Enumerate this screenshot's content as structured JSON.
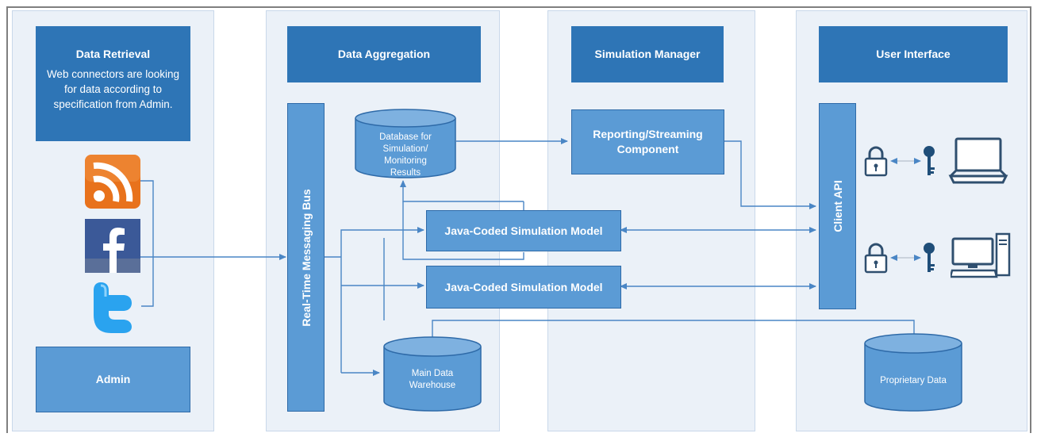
{
  "lanes": {
    "data_retrieval": {
      "title": "Data Retrieval",
      "description": "Web connectors are looking for data according to specification from Admin.",
      "admin": "Admin"
    },
    "data_aggregation": {
      "title": "Data Aggregation",
      "bus": "Real-Time Messaging Bus",
      "database": "Database for Simulation/ Monitoring Results",
      "warehouse": "Main Data Warehouse"
    },
    "simulation_manager": {
      "title": "Simulation Manager",
      "reporting": "Reporting/Streaming Component",
      "model_1": "Java-Coded Simulation Model",
      "model_2": "Java-Coded Simulation Model"
    },
    "user_interface": {
      "title": "User Interface",
      "client_api": "Client API",
      "proprietary": "Proprietary Data"
    }
  },
  "icons": [
    "rss-icon",
    "facebook-icon",
    "twitter-icon",
    "lock-icon",
    "key-icon",
    "laptop-icon",
    "desktop-computer-icon"
  ],
  "colors": {
    "lane_bg": "#ebf1f8",
    "header_dark": "#2e75b6",
    "box_mid": "#5b9bd5",
    "connector": "#4a86c5",
    "rss": "#e8721c",
    "facebook": "#3b5998",
    "twitter": "#2aa3ef"
  }
}
